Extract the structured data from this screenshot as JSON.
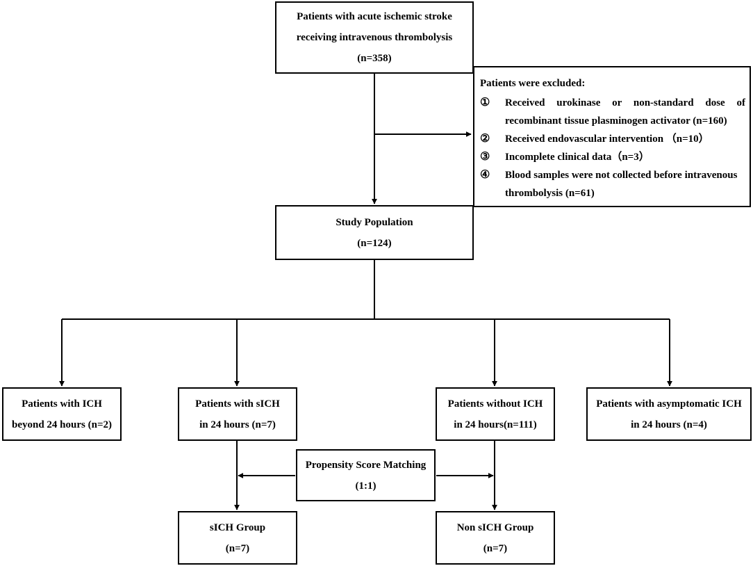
{
  "nodes": {
    "root": {
      "line1": "Patients with  acute  ischemic  stroke",
      "line2": "receiving intravenous thrombolysis",
      "line3": "(n=358)"
    },
    "exclusion": {
      "header": "Patients were excluded:",
      "items": [
        {
          "num": "①",
          "line1": "Received  urokinase  or  non-standard  dose  of",
          "line2": "recombinant  tissue plasminogen activator (n=160)"
        },
        {
          "num": "②",
          "line1": "Received endovascular intervention （n=10）"
        },
        {
          "num": "③",
          "line1": "Incomplete  clinical  data（n=3）"
        },
        {
          "num": "④",
          "line1": "Blood samples were not collected before intravenous",
          "line2": "thrombolysis  (n=61)"
        }
      ]
    },
    "study": {
      "line1": "Study Population",
      "line2": "(n=124)"
    },
    "ich_beyond": {
      "line1": "Patients with  ICH",
      "line2": "beyond 24 hours  (n=2)"
    },
    "sich": {
      "line1": "Patients  with  sICH",
      "line2": "in 24 hours  (n=7)"
    },
    "without_ich": {
      "line1": "Patients  without  ICH",
      "line2": "in 24 hours(n=111)"
    },
    "asymptomatic": {
      "line1": "Patients with  asymptomatic  ICH",
      "line2": "in 24 hours  (n=4)"
    },
    "psm": {
      "line1": "Propensity  Score  Matching",
      "line2": "(1:1)"
    },
    "sich_group": {
      "line1": "sICH Group",
      "line2": "(n=7)"
    },
    "non_sich_group": {
      "line1": "Non sICH Group",
      "line2": "(n=7)"
    }
  },
  "colors": {
    "line": "#000000",
    "background": "#ffffff"
  }
}
